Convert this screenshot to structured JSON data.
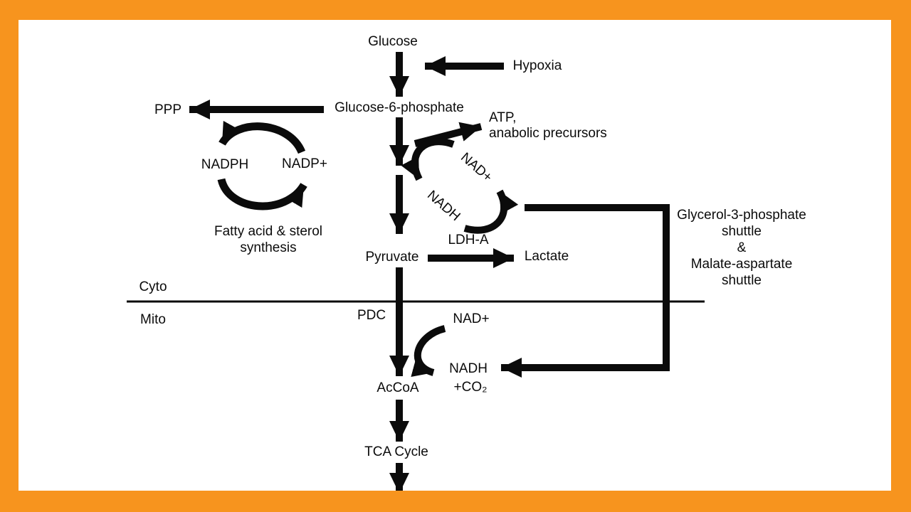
{
  "colors": {
    "frame": "#F7941E",
    "ink": "#0b0b0b",
    "background": "#FFFFFF"
  },
  "nodes": {
    "glucose": "Glucose",
    "hypoxia": "Hypoxia",
    "g6p": "Glucose-6-phosphate",
    "ppp": "PPP",
    "atp_line1": "ATP,",
    "atp_line2": "anabolic precursors",
    "nadph": "NADPH",
    "nadp": "NADP+",
    "fatty_line1": "Fatty acid & sterol",
    "fatty_line2": "synthesis",
    "nad_cyto": "NAD+",
    "nadh_cyto": "NADH",
    "ldh": "LDH-A",
    "pyruvate": "Pyruvate",
    "lactate": "Lactate",
    "compartment_top": "Cyto",
    "compartment_bottom": "Mito",
    "pdc": "PDC",
    "nad_mito": "NAD+",
    "nadh_mito": "NADH",
    "co2": "+CO₂",
    "accoa": "AcCoA",
    "tca": "TCA Cycle"
  },
  "shuttle": {
    "line1": "Glycerol-3-phosphate",
    "line2": "shuttle",
    "line3": "&",
    "line4": "Malate-aspartate",
    "line5": "shuttle"
  }
}
